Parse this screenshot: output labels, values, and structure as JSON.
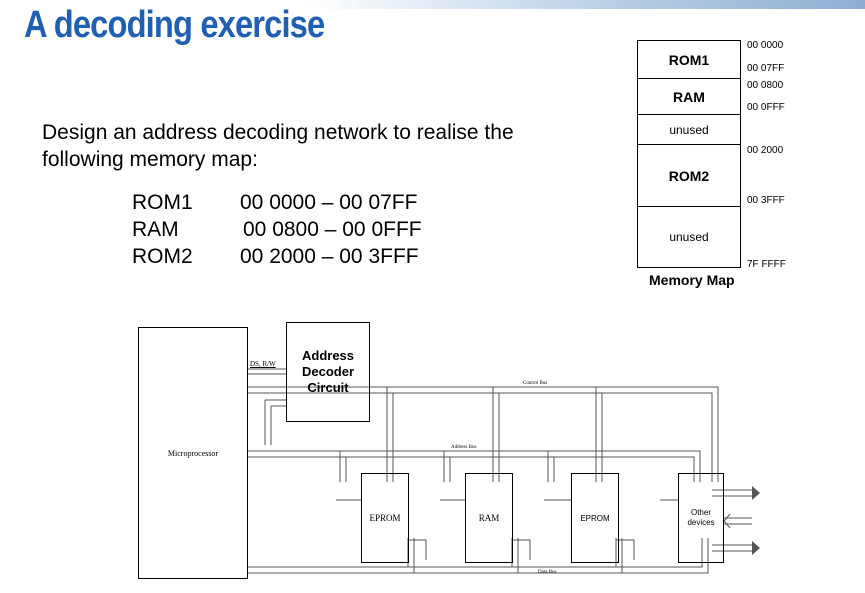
{
  "slide": {
    "title": "A decoding exercise",
    "description_line1": "Design an address decoding network to realise the",
    "description_line2": "following memory map:"
  },
  "memory_table": [
    {
      "name": "ROM1",
      "range": "00 0000 – 00 07FF"
    },
    {
      "name": "RAM",
      "range": "00 0800 – 00 0FFF"
    },
    {
      "name": "ROM2",
      "range": "00 2000 – 00 3FFF"
    }
  ],
  "memory_map": {
    "label": "Memory Map",
    "segments": [
      "ROM1",
      "RAM",
      "unused",
      "ROM2",
      "unused"
    ],
    "addresses": [
      "00 0000",
      "00 07FF",
      "00 0800",
      "00 0FFF",
      "00 2000",
      "00 3FFF",
      "7F FFFF"
    ]
  },
  "diagram": {
    "microprocessor": "Microprocessor",
    "decoder_line1": "Address",
    "decoder_line2": "Decoder",
    "decoder_line3": "Circuit",
    "signals": "DS, R/W",
    "control_bus": "Control Bus",
    "address_bus": "Address Bus",
    "data_bus": "Data Bus",
    "chip1": "EPROM",
    "chip2": "RAM",
    "chip3": "EPROM",
    "other_line1": "Other",
    "other_line2": "devices"
  }
}
